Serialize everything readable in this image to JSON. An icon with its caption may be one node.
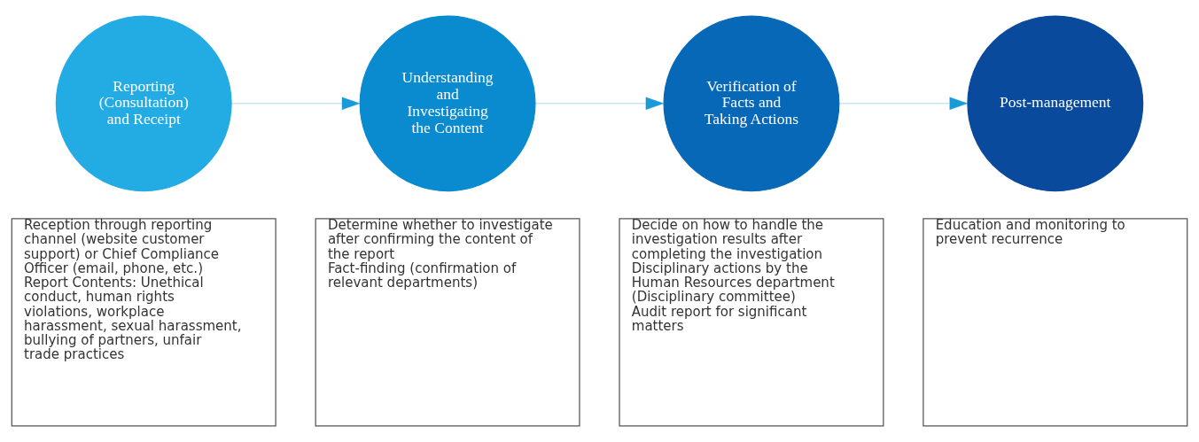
{
  "diagram": {
    "nodes": [
      {
        "text": [
          "Reporting (Consultation) and Receipt"
        ]
      },
      {
        "text": [
          "Understanding and Investigating the Content"
        ]
      },
      {
        "text": [
          "Verification of Facts and Taking Actions"
        ]
      },
      {
        "text": [
          "Post-management"
        ]
      },
      {
        "text": [
          "Reception through reporting channel (website customer support) or Chief Compliance Officer (email, phone, etc.)",
          "Report Contents: Unethical conduct, human rights violations, workplace harassment, sexual harassment, bullying of partners, unfair trade practices"
        ]
      },
      {
        "text": [
          "Determine whether to investigate after confirming the content of the report",
          "Fact-finding (confirmation of relevant departments)"
        ]
      },
      {
        "text": [
          "Decide on how to handle the investigation results after completing the investigation",
          "Disciplinary actions by the Human Resources department (Disciplinary committee)",
          "Audit report for significant matters"
        ]
      },
      {
        "text": [
          "Education and monitoring to prevent recurrence"
        ]
      }
    ],
    "edges": [
      {
        "from": 0,
        "to": 1,
        "arrow": "to"
      },
      {
        "from": 1,
        "to": 2,
        "arrow": "to"
      },
      {
        "from": 2,
        "to": 3,
        "arrow": "to"
      }
    ]
  }
}
